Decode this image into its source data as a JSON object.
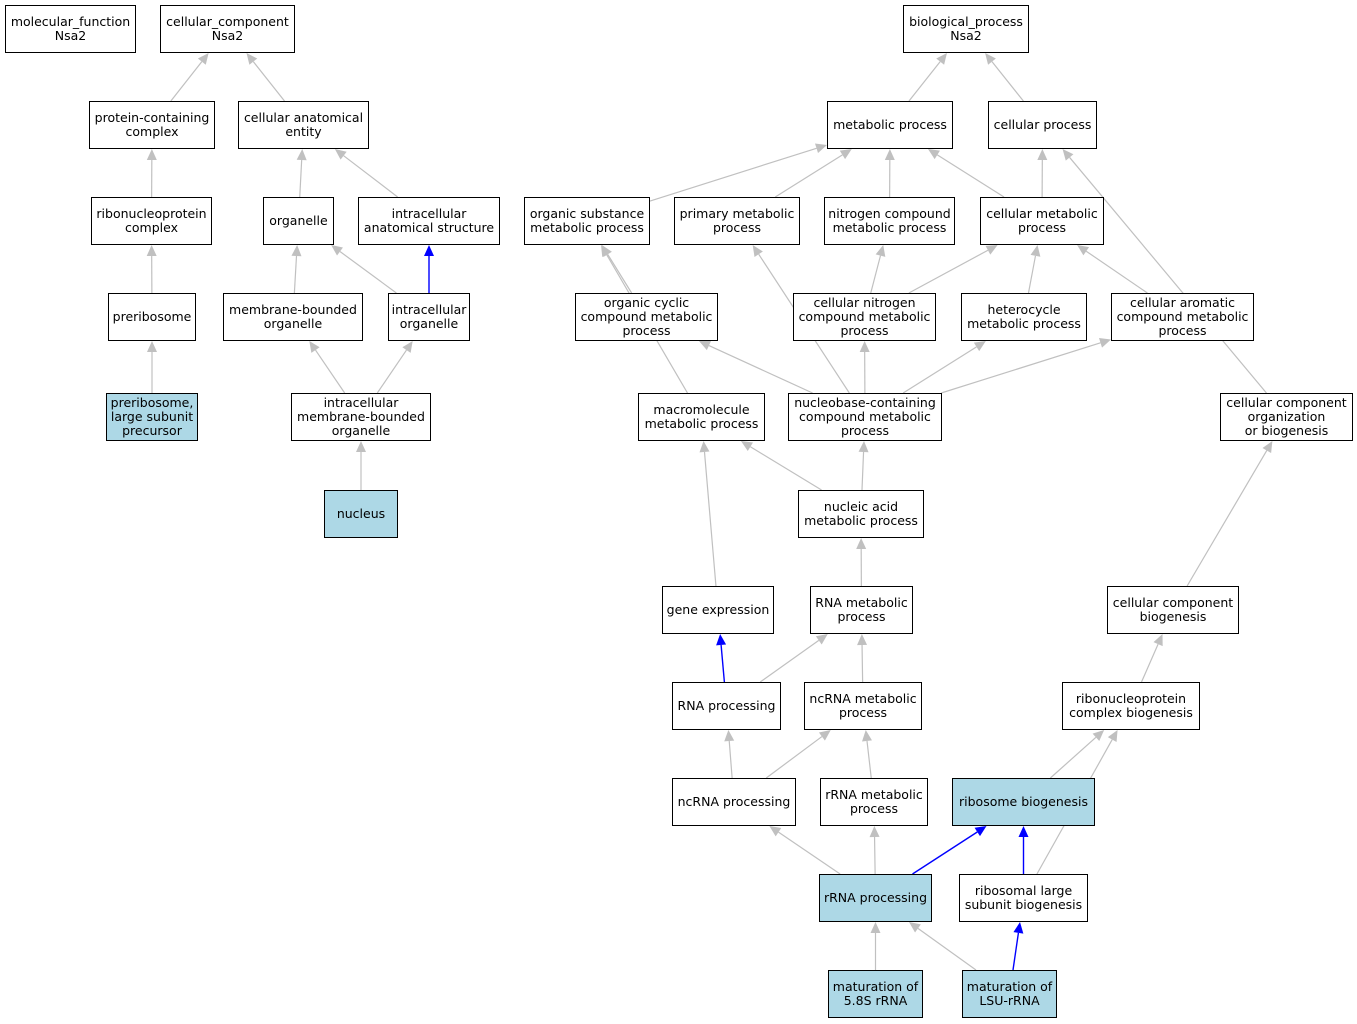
{
  "colors": {
    "highlight": "#add8e6",
    "edge_default": "#c0c0c0",
    "edge_direct": "#0000ff"
  },
  "nodes": [
    {
      "id": "mf",
      "label": "molecular_function\nNsa2"
    },
    {
      "id": "cc",
      "label": "cellular_component\nNsa2"
    },
    {
      "id": "bp",
      "label": "biological_process\nNsa2"
    },
    {
      "id": "pcc",
      "label": "protein-containing\ncomplex"
    },
    {
      "id": "cae",
      "label": "cellular anatomical\nentity"
    },
    {
      "id": "mp",
      "label": "metabolic process"
    },
    {
      "id": "cp",
      "label": "cellular process"
    },
    {
      "id": "rnpc",
      "label": "ribonucleoprotein\ncomplex"
    },
    {
      "id": "org",
      "label": "organelle"
    },
    {
      "id": "ias",
      "label": "intracellular\nanatomical structure"
    },
    {
      "id": "osmp",
      "label": "organic substance\nmetabolic process"
    },
    {
      "id": "pmp",
      "label": "primary metabolic\nprocess"
    },
    {
      "id": "ncmp",
      "label": "nitrogen compound\nmetabolic process"
    },
    {
      "id": "cmp",
      "label": "cellular metabolic\nprocess"
    },
    {
      "id": "prb",
      "label": "preribosome"
    },
    {
      "id": "mbo",
      "label": "membrane-bounded\norganelle"
    },
    {
      "id": "io",
      "label": "intracellular\norganelle"
    },
    {
      "id": "occmp",
      "label": "organic cyclic\ncompound metabolic\nprocess"
    },
    {
      "id": "cncmp",
      "label": "cellular nitrogen\ncompound metabolic\nprocess"
    },
    {
      "id": "hmp",
      "label": "heterocycle\nmetabolic process"
    },
    {
      "id": "cacmp",
      "label": "cellular aromatic\ncompound metabolic\nprocess"
    },
    {
      "id": "prblsp",
      "label": "preribosome,\nlarge subunit\nprecursor",
      "hl": true
    },
    {
      "id": "imbo",
      "label": "intracellular\nmembrane-bounded\norganelle"
    },
    {
      "id": "mmp",
      "label": "macromolecule\nmetabolic process"
    },
    {
      "id": "nbccmp",
      "label": "nucleobase-containing\ncompound metabolic\nprocess"
    },
    {
      "id": "ccob",
      "label": "cellular component\norganization\nor biogenesis"
    },
    {
      "id": "nuc",
      "label": "nucleus",
      "hl": true
    },
    {
      "id": "namp",
      "label": "nucleic acid\nmetabolic process"
    },
    {
      "id": "ge",
      "label": "gene expression"
    },
    {
      "id": "rnamp",
      "label": "RNA metabolic\nprocess"
    },
    {
      "id": "ccb",
      "label": "cellular component\nbiogenesis"
    },
    {
      "id": "rnap",
      "label": "RNA processing"
    },
    {
      "id": "ncrnamp",
      "label": "ncRNA metabolic\nprocess"
    },
    {
      "id": "rnpcb",
      "label": "ribonucleoprotein\ncomplex biogenesis"
    },
    {
      "id": "ncrnap",
      "label": "ncRNA processing"
    },
    {
      "id": "rrnamp",
      "label": "rRNA metabolic\nprocess"
    },
    {
      "id": "rb",
      "label": "ribosome biogenesis",
      "hl": true
    },
    {
      "id": "rrnap",
      "label": "rRNA processing",
      "hl": true
    },
    {
      "id": "rlsb",
      "label": "ribosomal large\nsubunit biogenesis"
    },
    {
      "id": "m58s",
      "label": "maturation of\n5.8S rRNA",
      "hl": true
    },
    {
      "id": "mlsu",
      "label": "maturation of\nLSU-rRNA",
      "hl": true
    }
  ],
  "edges": [
    {
      "from": "pcc",
      "to": "cc"
    },
    {
      "from": "cae",
      "to": "cc"
    },
    {
      "from": "mp",
      "to": "bp"
    },
    {
      "from": "cp",
      "to": "bp"
    },
    {
      "from": "rnpc",
      "to": "pcc"
    },
    {
      "from": "org",
      "to": "cae"
    },
    {
      "from": "ias",
      "to": "cae"
    },
    {
      "from": "prb",
      "to": "rnpc"
    },
    {
      "from": "prblsp",
      "to": "prb"
    },
    {
      "from": "mbo",
      "to": "org"
    },
    {
      "from": "io",
      "to": "org"
    },
    {
      "from": "io",
      "to": "ias",
      "direct": true
    },
    {
      "from": "imbo",
      "to": "mbo"
    },
    {
      "from": "imbo",
      "to": "io"
    },
    {
      "from": "nuc",
      "to": "imbo"
    },
    {
      "from": "osmp",
      "to": "mp"
    },
    {
      "from": "pmp",
      "to": "mp"
    },
    {
      "from": "ncmp",
      "to": "mp"
    },
    {
      "from": "cmp",
      "to": "mp"
    },
    {
      "from": "cmp",
      "to": "cp"
    },
    {
      "from": "ccob",
      "to": "cp"
    },
    {
      "from": "occmp",
      "to": "osmp"
    },
    {
      "from": "mmp",
      "to": "osmp"
    },
    {
      "from": "nbccmp",
      "to": "pmp"
    },
    {
      "from": "cncmp",
      "to": "ncmp"
    },
    {
      "from": "cncmp",
      "to": "cmp"
    },
    {
      "from": "hmp",
      "to": "cmp"
    },
    {
      "from": "cacmp",
      "to": "cmp"
    },
    {
      "from": "nbccmp",
      "to": "occmp"
    },
    {
      "from": "nbccmp",
      "to": "cncmp"
    },
    {
      "from": "nbccmp",
      "to": "hmp"
    },
    {
      "from": "nbccmp",
      "to": "cacmp"
    },
    {
      "from": "namp",
      "to": "mmp"
    },
    {
      "from": "namp",
      "to": "nbccmp"
    },
    {
      "from": "ge",
      "to": "mmp"
    },
    {
      "from": "rnamp",
      "to": "namp"
    },
    {
      "from": "rnap",
      "to": "ge",
      "direct": true
    },
    {
      "from": "rnap",
      "to": "rnamp"
    },
    {
      "from": "ncrnamp",
      "to": "rnamp"
    },
    {
      "from": "ncrnap",
      "to": "rnap"
    },
    {
      "from": "ncrnap",
      "to": "ncrnamp"
    },
    {
      "from": "rrnamp",
      "to": "ncrnamp"
    },
    {
      "from": "rrnap",
      "to": "ncrnap"
    },
    {
      "from": "rrnap",
      "to": "rrnamp"
    },
    {
      "from": "rrnap",
      "to": "rb",
      "direct": true
    },
    {
      "from": "ccb",
      "to": "ccob"
    },
    {
      "from": "rnpcb",
      "to": "ccb"
    },
    {
      "from": "rb",
      "to": "rnpcb"
    },
    {
      "from": "rlsb",
      "to": "rb",
      "direct": true
    },
    {
      "from": "rlsb",
      "to": "rnpcb"
    },
    {
      "from": "m58s",
      "to": "rrnap"
    },
    {
      "from": "mlsu",
      "to": "rrnap"
    },
    {
      "from": "mlsu",
      "to": "rlsb",
      "direct": true
    }
  ]
}
